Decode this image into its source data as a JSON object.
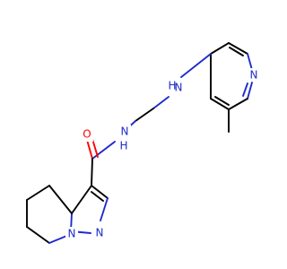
{
  "molecule": {
    "atom_labels": {
      "pyridine_n": "N",
      "amine_nh": "H",
      "amine_n": "N",
      "amide_n": "N",
      "amide_nh": "H",
      "carbonyl_o": "O",
      "pyrazole_n1": "N",
      "pyrazole_n2": "N"
    },
    "colors": {
      "carbon": "#000000",
      "nitrogen": "#1f2cc9",
      "oxygen": "#ff0000"
    }
  }
}
